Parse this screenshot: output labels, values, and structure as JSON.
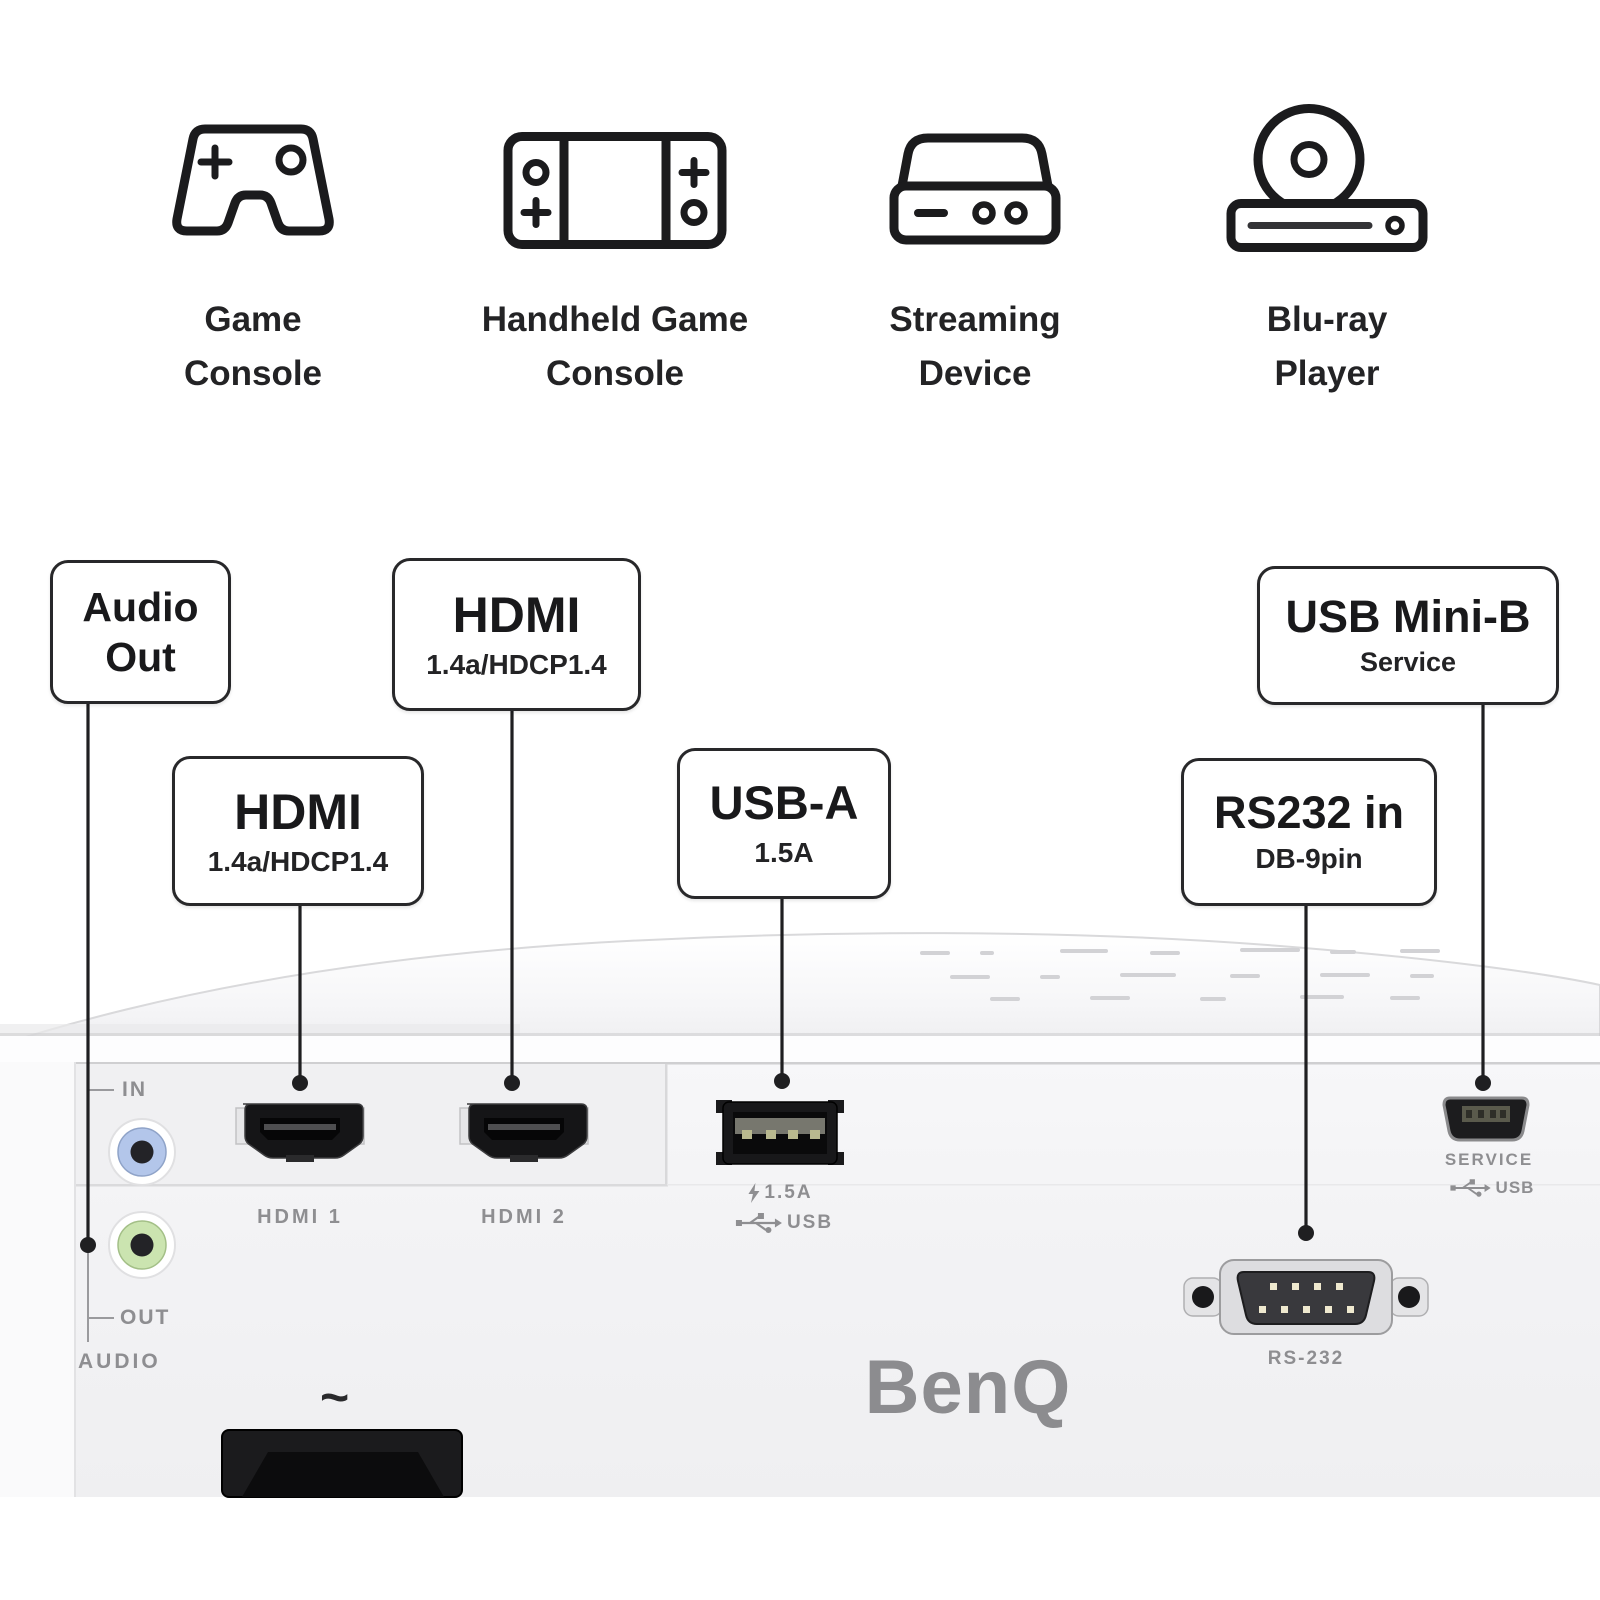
{
  "devices": [
    {
      "line1": "Game",
      "line2": "Console"
    },
    {
      "line1": "Handheld Game",
      "line2": "Console"
    },
    {
      "line1": "Streaming",
      "line2": "Device"
    },
    {
      "line1": "Blu-ray",
      "line2": "Player"
    }
  ],
  "callouts": {
    "audio_out": {
      "line1": "Audio",
      "line2": "Out"
    },
    "hdmi_top": {
      "title": "HDMI",
      "subtitle": "1.4a/HDCP1.4"
    },
    "hdmi_left": {
      "title": "HDMI",
      "subtitle": "1.4a/HDCP1.4"
    },
    "usb_a": {
      "title": "USB-A",
      "subtitle": "1.5A"
    },
    "rs232": {
      "title": "RS232 in",
      "subtitle": "DB-9pin"
    },
    "usb_mini_b": {
      "title": "USB Mini-B",
      "subtitle": "Service"
    }
  },
  "panel": {
    "audio_in_label": "IN",
    "audio_out_label": "OUT",
    "audio_label": "AUDIO",
    "hdmi1_label": "HDMI 1",
    "hdmi2_label": "HDMI 2",
    "usb_power_label": "1.5A",
    "usb_label": "USB",
    "service_label": "SERVICE",
    "service_usb_label": "USB",
    "rs232_label": "RS-232",
    "power_label": "~",
    "brand_logo": "BenQ"
  },
  "colors": {
    "leader_line": "#1f1f21",
    "panel_text": "#8e8e91",
    "audio_in_ring": "#b3c6ea",
    "audio_out_ring": "#cbe4b0",
    "logo_gray": "#8c8c8f"
  }
}
